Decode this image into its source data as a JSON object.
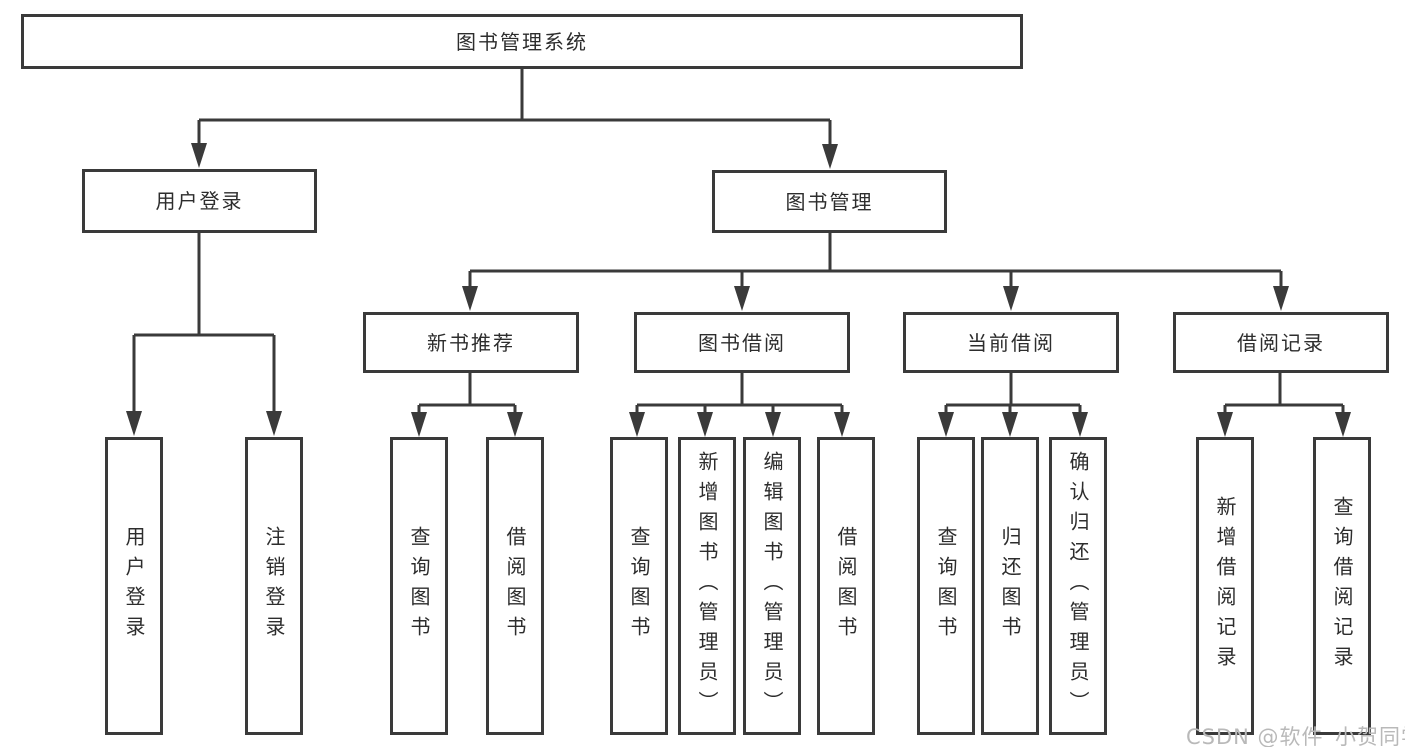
{
  "diagram": {
    "root": "图书管理系统",
    "level2": [
      "用户登录",
      "图书管理"
    ],
    "level3": [
      "新书推荐",
      "图书借阅",
      "当前借阅",
      "借阅记录"
    ],
    "leaves": {
      "user_login": [
        "用户登录",
        "注销登录"
      ],
      "new_books": [
        "查询图书",
        "借阅图书"
      ],
      "book_borrow": [
        "查询图书",
        "新增图书（管理员）",
        "编辑图书（管理员）",
        "借阅图书"
      ],
      "current_borrow": [
        "查询图书",
        "归还图书",
        "确认归还（管理员）"
      ],
      "borrow_records": [
        "新增借阅记录",
        "查询借阅记录"
      ]
    }
  },
  "watermark": "CSDN @软件_小贺同学",
  "colors": {
    "line": "#3a3a3a",
    "text": "#2d2d2d",
    "watermark": "#b9b9b9",
    "background": "#ffffff"
  }
}
